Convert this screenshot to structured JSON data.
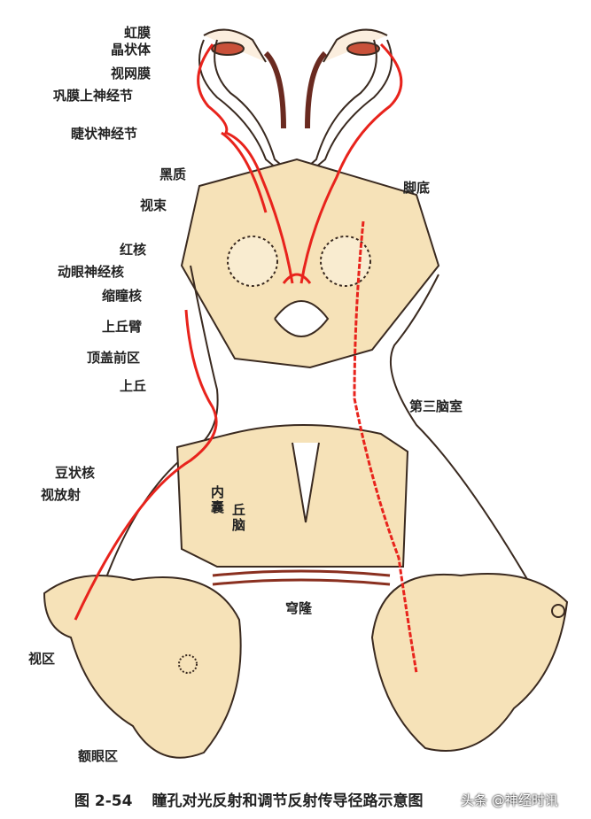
{
  "labels": {
    "iris": "虹膜",
    "lens": "晶状体",
    "retina": "视网膜",
    "superior_cervical_ganglion": "巩膜上神经节",
    "ciliary_ganglion": "睫状神经节",
    "substantia_nigra": "黑质",
    "optic_tract": "视束",
    "cerebral_peduncle": "脚底",
    "red_nucleus": "红核",
    "oculomotor_nucleus": "动眼神经核",
    "pupilloconstrictor_nucleus": "缩瞳核",
    "brachium_superior_colliculus": "上丘臂",
    "pretectal_area": "顶盖前区",
    "superior_colliculus": "上丘",
    "third_ventricle": "第三脑室",
    "lentiform_nucleus": "豆状核",
    "optic_radiation": "视放射",
    "internal_capsule": "内囊",
    "thalamus": "丘脑",
    "fornix": "穹隆",
    "visual_area": "视区",
    "frontal_eye_field": "额眼区"
  },
  "caption": {
    "number": "图 2-54",
    "title": "瞳孔对光反射和调节反射传导径路示意图"
  },
  "watermark": "头条 @神经时讯",
  "colors": {
    "pathway": "#e8231c",
    "tissue": "#f6e2b8",
    "outline": "#3a2a20"
  }
}
